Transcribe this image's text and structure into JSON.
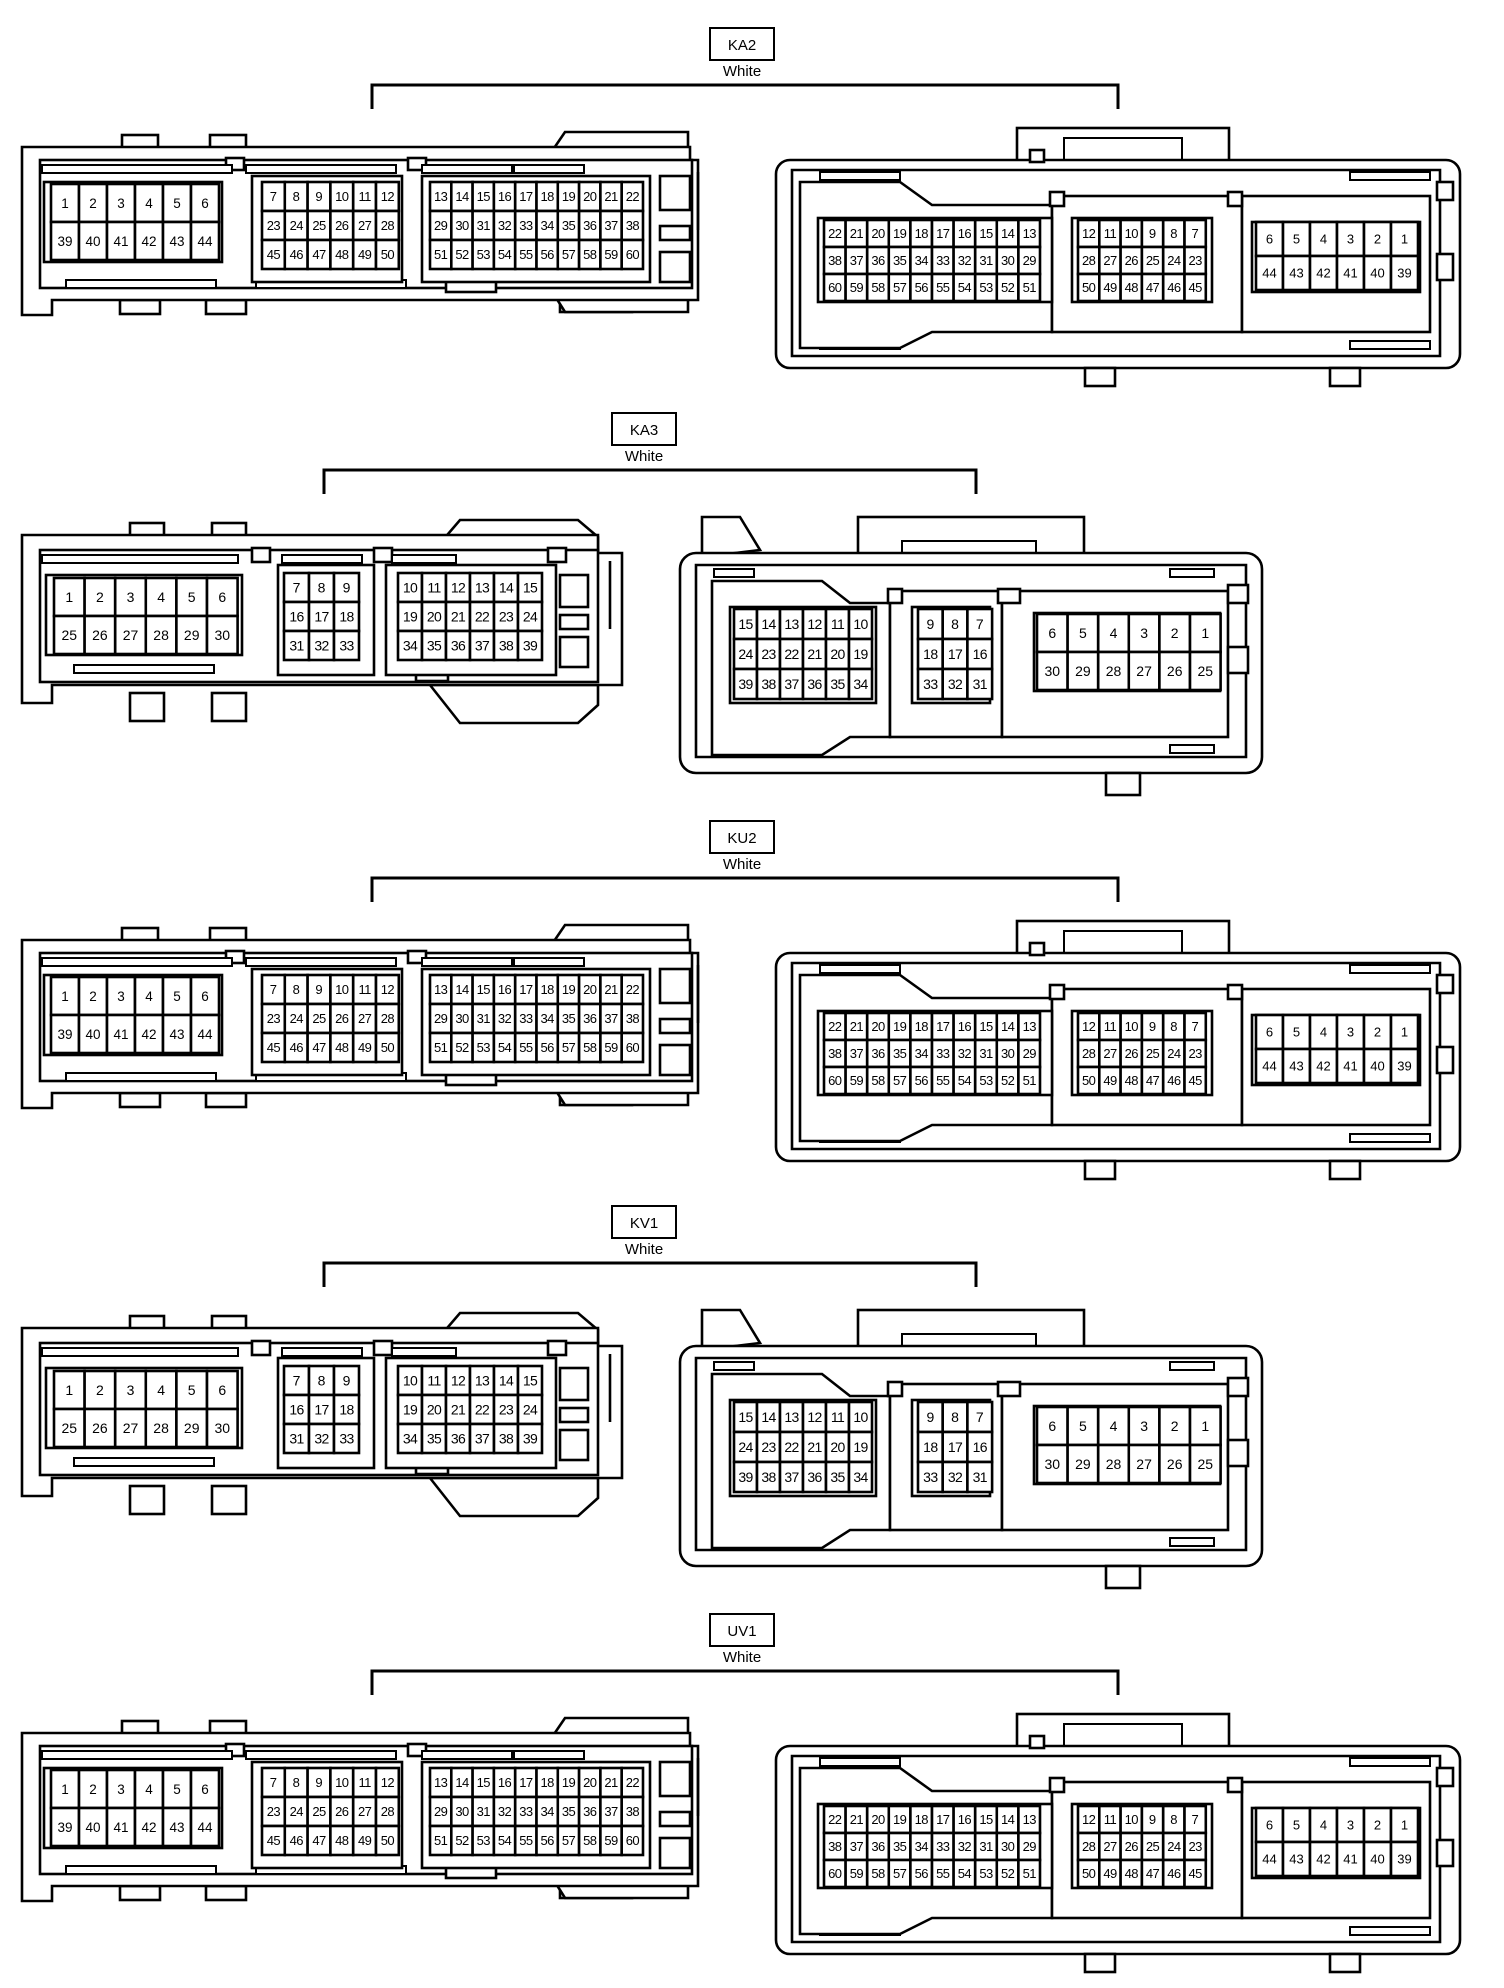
{
  "connectors": [
    {
      "code": "KA2",
      "color": "White",
      "variant": "60"
    },
    {
      "code": "KA3",
      "color": "White",
      "variant": "39"
    },
    {
      "code": "KU2",
      "color": "White",
      "variant": "60"
    },
    {
      "code": "KV1",
      "color": "White",
      "variant": "39"
    },
    {
      "code": "UV1",
      "color": "White",
      "variant": "60"
    }
  ],
  "pinouts": {
    "60": {
      "left": [
        [
          [
            "1",
            "2",
            "3",
            "4",
            "5",
            "6"
          ],
          [
            "39",
            "40",
            "41",
            "42",
            "43",
            "44"
          ]
        ],
        [
          [
            "7",
            "8",
            "9",
            "10",
            "11",
            "12"
          ],
          [
            "23",
            "24",
            "25",
            "26",
            "27",
            "28"
          ],
          [
            "45",
            "46",
            "47",
            "48",
            "49",
            "50"
          ]
        ],
        [
          [
            "13",
            "14",
            "15",
            "16",
            "17",
            "18",
            "19",
            "20",
            "21",
            "22"
          ],
          [
            "29",
            "30",
            "31",
            "32",
            "33",
            "34",
            "35",
            "36",
            "37",
            "38"
          ],
          [
            "51",
            "52",
            "53",
            "54",
            "55",
            "56",
            "57",
            "58",
            "59",
            "60"
          ]
        ]
      ],
      "right": [
        [
          [
            "22",
            "21",
            "20",
            "19",
            "18",
            "17",
            "16",
            "15",
            "14",
            "13"
          ],
          [
            "38",
            "37",
            "36",
            "35",
            "34",
            "33",
            "32",
            "31",
            "30",
            "29"
          ],
          [
            "60",
            "59",
            "58",
            "57",
            "56",
            "55",
            "54",
            "53",
            "52",
            "51"
          ]
        ],
        [
          [
            "12",
            "11",
            "10",
            "9",
            "8",
            "7"
          ],
          [
            "28",
            "27",
            "26",
            "25",
            "24",
            "23"
          ],
          [
            "50",
            "49",
            "48",
            "47",
            "46",
            "45"
          ]
        ],
        [
          [
            "6",
            "5",
            "4",
            "3",
            "2",
            "1"
          ],
          [
            "44",
            "43",
            "42",
            "41",
            "40",
            "39"
          ]
        ]
      ]
    },
    "39": {
      "left": [
        [
          [
            "1",
            "2",
            "3",
            "4",
            "5",
            "6"
          ],
          [
            "25",
            "26",
            "27",
            "28",
            "29",
            "30"
          ]
        ],
        [
          [
            "7",
            "8",
            "9"
          ],
          [
            "16",
            "17",
            "18"
          ],
          [
            "31",
            "32",
            "33"
          ]
        ],
        [
          [
            "10",
            "11",
            "12",
            "13",
            "14",
            "15"
          ],
          [
            "19",
            "20",
            "21",
            "22",
            "23",
            "24"
          ],
          [
            "34",
            "35",
            "36",
            "37",
            "38",
            "39"
          ]
        ]
      ],
      "right": [
        [
          [
            "15",
            "14",
            "13",
            "12",
            "11",
            "10"
          ],
          [
            "24",
            "23",
            "22",
            "21",
            "20",
            "19"
          ],
          [
            "39",
            "38",
            "37",
            "36",
            "35",
            "34"
          ]
        ],
        [
          [
            "9",
            "8",
            "7"
          ],
          [
            "18",
            "17",
            "16"
          ],
          [
            "33",
            "32",
            "31"
          ]
        ],
        [
          [
            "6",
            "5",
            "4",
            "3",
            "2",
            "1"
          ],
          [
            "30",
            "29",
            "28",
            "27",
            "26",
            "25"
          ]
        ]
      ]
    }
  }
}
